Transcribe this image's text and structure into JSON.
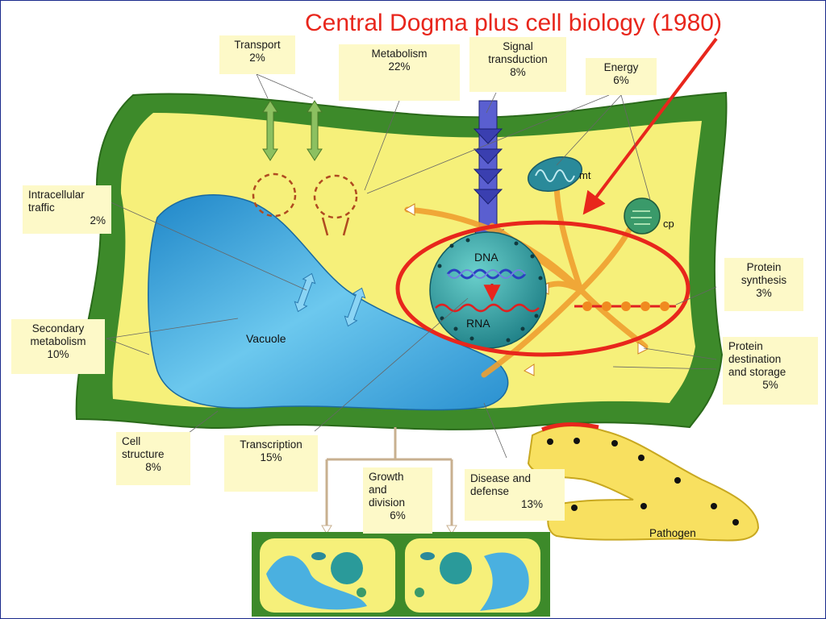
{
  "title": "Central Dogma plus cell biology (1980)",
  "labels": {
    "transport": {
      "name": "Transport",
      "pct": "2%"
    },
    "metabolism": {
      "name": "Metabolism",
      "pct": "22%"
    },
    "signal": {
      "line1": "Signal",
      "line2": "transduction",
      "pct": "8%"
    },
    "energy": {
      "name": "Energy",
      "pct": "6%"
    },
    "intracellular": {
      "line1": "Intracellular",
      "line2": "traffic",
      "pct": "2%"
    },
    "secondary": {
      "line1": "Secondary",
      "line2": "metabolism",
      "pct": "10%"
    },
    "protein_synthesis": {
      "line1": "Protein",
      "line2": "synthesis",
      "pct": "3%"
    },
    "protein_destination": {
      "line1": "Protein",
      "line2": "destination",
      "line3": "and storage",
      "pct": "5%"
    },
    "cell_structure": {
      "line1": "Cell",
      "line2": "structure",
      "pct": "8%"
    },
    "transcription": {
      "name": "Transcription",
      "pct": "15%"
    },
    "growth": {
      "line1": "Growth",
      "line2": "and",
      "line3": "division",
      "pct": "6%"
    },
    "disease": {
      "line1": "Disease and",
      "line2": "defense",
      "pct": "13%"
    }
  },
  "diagram_labels": {
    "dna": "DNA",
    "rna": "RNA",
    "vacuole": "Vacuole",
    "mt": "mt",
    "cp": "cp",
    "pathogen": "Pathogen"
  },
  "colors": {
    "title": "#e8261c",
    "cell_wall": "#3d8a2a",
    "cytoplasm": "#f6f07a",
    "vacuole": "#4ab0e0",
    "nucleus": "#2a9a9a",
    "label_bg": "#fdf9c8",
    "highlight": "#e8261c",
    "signal_arrow": "#3a3fb0",
    "orange_network": "#f0a030"
  }
}
